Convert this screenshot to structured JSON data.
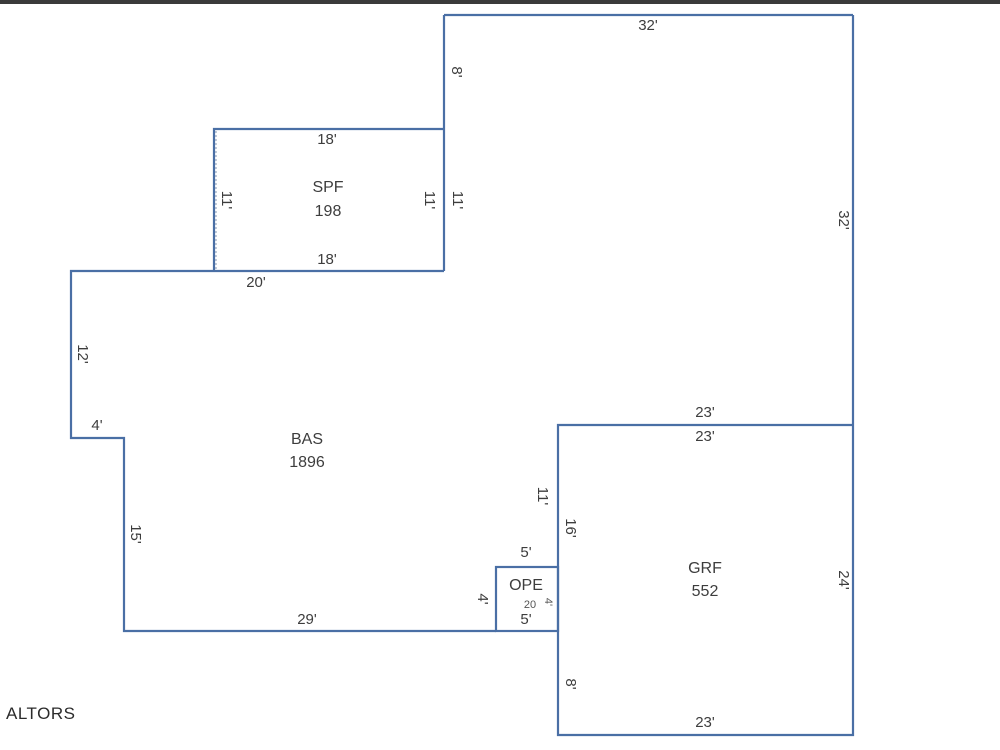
{
  "areas": {
    "bas": {
      "code": "BAS",
      "sqft": "1896"
    },
    "spf": {
      "code": "SPF",
      "sqft": "198"
    },
    "grf": {
      "code": "GRF",
      "sqft": "552"
    },
    "ope": {
      "code": "OPE",
      "sqft": "20"
    }
  },
  "dimensions": {
    "top": "32'",
    "top_left_step": "8'",
    "right": "32'",
    "spf_top": "18'",
    "spf_bottom": "18'",
    "spf_left": "11'",
    "spf_right": "11'",
    "bas_left_top": "20'",
    "bas_left": "12'",
    "bas_notch": "4'",
    "bas_lower_left": "15'",
    "bas_bottom": "29'",
    "grf_top_outer": "23'",
    "grf_top_inner": "23'",
    "grf_left_upper": "11'",
    "grf_left_mid": "16'",
    "grf_right": "24'",
    "grf_left_lower": "8'",
    "grf_bottom": "23'",
    "ope_top": "5'",
    "ope_left": "4'",
    "ope_bottom": "5'",
    "ope_right": "4'"
  },
  "watermark": "ALTORS"
}
